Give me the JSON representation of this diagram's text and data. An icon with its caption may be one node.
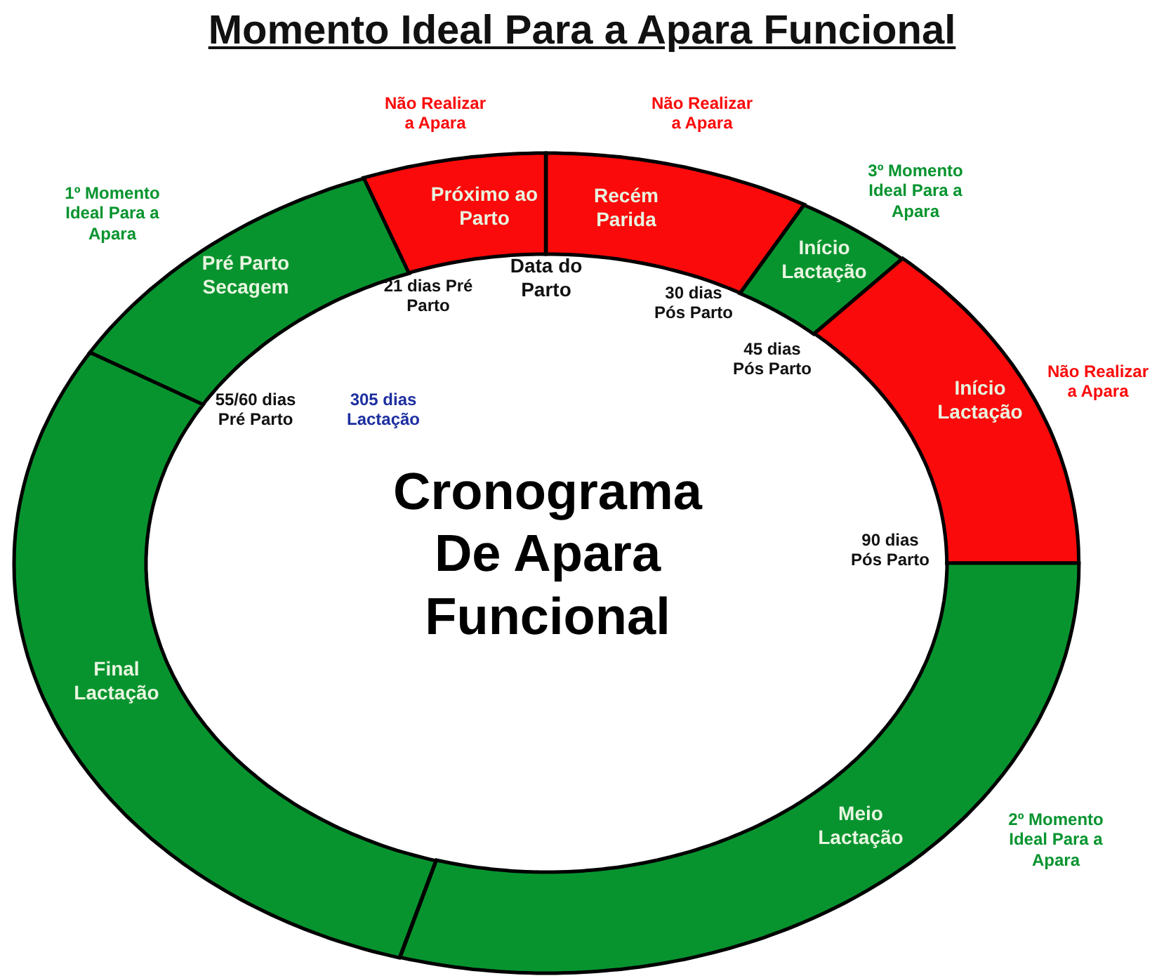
{
  "diagram": {
    "title": "Momento Ideal Para a Apara Funcional",
    "nodes": [
      {
        "text": [
          "Pré Parto Secagem"
        ],
        "beside": [
          "1º Momento Ideal Para a Apara"
        ]
      },
      {
        "text": [
          "Próximo ao Parto"
        ],
        "beside": [
          "Não Realizar a Apara"
        ]
      },
      {
        "text": [
          "Recém Parida"
        ],
        "beside": [
          "Não Realizar a Apara"
        ]
      },
      {
        "text": [
          "Início Lactação"
        ],
        "beside": [
          "3º Momento Ideal Para a Apara"
        ]
      },
      {
        "text": [
          "Início Lactação"
        ],
        "beside": [
          "Não Realizar a Apara"
        ]
      },
      {
        "text": [
          "Meio Lactação"
        ],
        "beside": [
          "2º Momento Ideal Para a Apara"
        ]
      },
      {
        "text": [
          "Final Lactação"
        ]
      }
    ],
    "labels": [
      "Data do Parto",
      "21 dias Pré Parto",
      "30 dias Pós Parto",
      "45 dias Pós Parto",
      "55/60 dias Pré Parto",
      "305 dias Lactação",
      "Cronograma De Apara Funcional",
      "90 dias Pós Parto"
    ]
  }
}
